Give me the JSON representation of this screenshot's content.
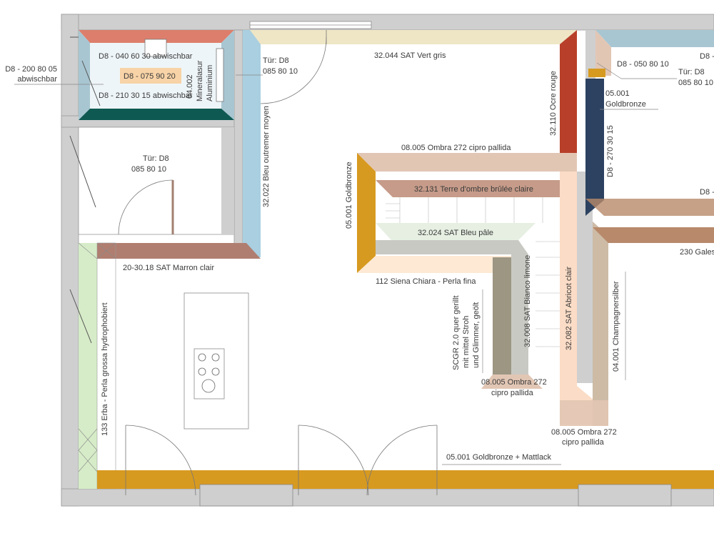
{
  "colors": {
    "wall_grey": "#cfcfcf",
    "wall_outline": "#9a9a9a",
    "vert_gris": "#efe6c6",
    "ocre_rouge": "#b8402a",
    "bleu_outremer": "#a9cfe0",
    "marron_clair": "#b07e70",
    "goldbronze": "#d79a20",
    "ombra_272": "#e2c6b4",
    "terre_ombre": "#c69b89",
    "bleu_pale": "#e6efe2",
    "bianco_limone": "#c9c9c3",
    "abricot": "#fbdcc6",
    "champagnersilber": "#cdbba6",
    "galestro": "#b8896a",
    "erba": "#d6ecc8",
    "siena_chiara": "#fde9d4",
    "bath_red": "#dd7e6c",
    "bath_orange": "#f8d3a7",
    "bath_green": "#0e5a52",
    "bath_blue": "#a8c6d2",
    "navy": "#2d4260",
    "scgr": "#9c9683"
  },
  "labels": {
    "wc_top": "D8 - 040 60 30 abwischbar",
    "wc_mid": "D8 - 075 90 20",
    "wc_bot": "D8 - 210 30 15 abwischbar",
    "left_a": "D8 - 200 80 05",
    "left_b": "abwischbar",
    "mineral_a": "04.002",
    "mineral_b": "Mineralasur",
    "mineral_c": "Aluminium",
    "door1_a": "Tür: D8",
    "door1_b": "085 80 10",
    "door2_a": "Tür: D8",
    "door2_b": "085 80 10",
    "door3_a": "Tür: D8",
    "door3_b": "085 80 10",
    "vert_gris": "32.044 SAT Vert gris",
    "bleu_outremer": "32.022 Bleu outremer moyen",
    "ocre_rouge": "32.110 Ocre rouge",
    "ombra_top": "08.005 Ombra 272 cipro pallida",
    "terre_ombre": "32.131 Terre d'ombre brûlée claire",
    "bleu_pale": "32.024 SAT Bleu pâle",
    "siena": "112 Siena Chiara - Perla fina",
    "goldbronze_side": "05.001 Goldbronze",
    "marron": "20-30.18 SAT Marron clair",
    "erba": "133 Erba - Perla grossa hydrophobiert",
    "scgr_a": "SCGR 2.0 quer gerillt",
    "scgr_b": "mit mittel Stroh",
    "scgr_c": "und Glimmer, geölt",
    "bianco": "32.008 SAT Bianco limone",
    "abricot": "32.082 SAT Abricot clair",
    "champ": "04.001 Champagnersilber",
    "ombra_mid_a": "08.005 Ombra 272",
    "ombra_mid_b": "cipro pallida",
    "ombra_bot_a": "08.005 Ombra 272",
    "ombra_bot_b": "cipro pallida",
    "goldbronze_floor": "05.001 Goldbronze + Mattlack",
    "right_a": "D8 - 050 80 10",
    "right_b": "05.001",
    "right_c": "Goldbronze",
    "right_d": "D8 - 270 30 15",
    "edge_top": "D8 -",
    "edge_mid": "D8 -",
    "galestro": "230 Gales"
  }
}
